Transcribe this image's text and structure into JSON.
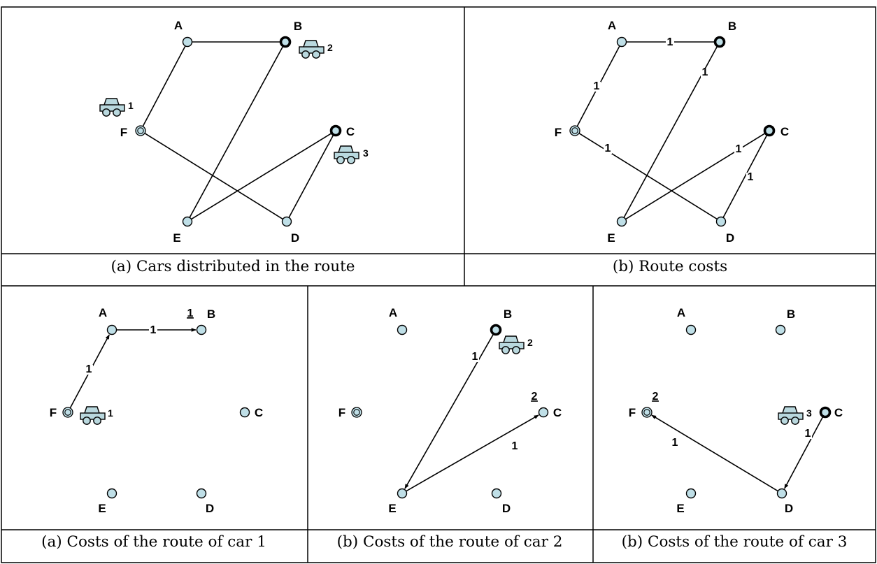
{
  "colors": {
    "node_fill": "#bfdfe7",
    "car_fill": "#b9d8de",
    "line": "#000000",
    "grid": "#000000"
  },
  "panels": [
    {
      "id": "p1",
      "caption": "(a) Cars distributed in the route",
      "nodes": [
        {
          "name": "A",
          "label": "A",
          "style": "normal"
        },
        {
          "name": "B",
          "label": "B",
          "style": "bold"
        },
        {
          "name": "C",
          "label": "C",
          "style": "bold"
        },
        {
          "name": "D",
          "label": "D",
          "style": "normal"
        },
        {
          "name": "E",
          "label": "E",
          "style": "normal"
        },
        {
          "name": "F",
          "label": "F",
          "style": "double"
        }
      ],
      "edges": [
        {
          "from": "A",
          "to": "B"
        },
        {
          "from": "A",
          "to": "F"
        },
        {
          "from": "B",
          "to": "E"
        },
        {
          "from": "F",
          "to": "D"
        },
        {
          "from": "E",
          "to": "C"
        },
        {
          "from": "C",
          "to": "D"
        }
      ],
      "cars": [
        {
          "number": "1",
          "icon": "car-icon",
          "near": "F"
        },
        {
          "number": "2",
          "icon": "car-icon",
          "near": "B"
        },
        {
          "number": "3",
          "icon": "car-icon",
          "near": "C"
        }
      ]
    },
    {
      "id": "p2",
      "caption": "(b) Route costs",
      "nodes": [
        {
          "name": "A",
          "label": "A",
          "style": "normal"
        },
        {
          "name": "B",
          "label": "B",
          "style": "bold"
        },
        {
          "name": "C",
          "label": "C",
          "style": "bold"
        },
        {
          "name": "D",
          "label": "D",
          "style": "normal"
        },
        {
          "name": "E",
          "label": "E",
          "style": "normal"
        },
        {
          "name": "F",
          "label": "F",
          "style": "double"
        }
      ],
      "edges": [
        {
          "from": "A",
          "to": "B",
          "cost": "1"
        },
        {
          "from": "A",
          "to": "F",
          "cost": "1"
        },
        {
          "from": "B",
          "to": "E",
          "cost": "1"
        },
        {
          "from": "F",
          "to": "D",
          "cost": "1"
        },
        {
          "from": "E",
          "to": "C",
          "cost": "1"
        },
        {
          "from": "C",
          "to": "D",
          "cost": "1"
        }
      ],
      "cars": []
    },
    {
      "id": "p3",
      "caption": "(a) Costs of the route of car 1",
      "nodes": [
        {
          "name": "A",
          "label": "A",
          "style": "normal"
        },
        {
          "name": "B",
          "label": "B",
          "style": "normal",
          "accumulated": "1"
        },
        {
          "name": "C",
          "label": "C",
          "style": "normal"
        },
        {
          "name": "D",
          "label": "D",
          "style": "normal"
        },
        {
          "name": "E",
          "label": "E",
          "style": "normal"
        },
        {
          "name": "F",
          "label": "F",
          "style": "double"
        }
      ],
      "edges": [
        {
          "from": "F",
          "to": "A",
          "cost": "1",
          "arrow": true
        },
        {
          "from": "A",
          "to": "B",
          "cost": "1",
          "arrow": true
        }
      ],
      "cars": [
        {
          "number": "1",
          "icon": "car-icon",
          "near": "F"
        }
      ]
    },
    {
      "id": "p4",
      "caption": "(b) Costs of the route of car 2",
      "nodes": [
        {
          "name": "A",
          "label": "A",
          "style": "normal"
        },
        {
          "name": "B",
          "label": "B",
          "style": "bold"
        },
        {
          "name": "C",
          "label": "C",
          "style": "normal",
          "accumulated": "2"
        },
        {
          "name": "D",
          "label": "D",
          "style": "normal"
        },
        {
          "name": "E",
          "label": "E",
          "style": "normal"
        },
        {
          "name": "F",
          "label": "F",
          "style": "double"
        }
      ],
      "edges": [
        {
          "from": "B",
          "to": "E",
          "cost": "1",
          "arrow": true
        },
        {
          "from": "E",
          "to": "C",
          "cost": "1",
          "arrow": true
        }
      ],
      "cars": [
        {
          "number": "2",
          "icon": "car-icon",
          "near": "B"
        }
      ]
    },
    {
      "id": "p5",
      "caption": "(b) Costs of the route of car 3",
      "nodes": [
        {
          "name": "A",
          "label": "A",
          "style": "normal"
        },
        {
          "name": "B",
          "label": "B",
          "style": "normal"
        },
        {
          "name": "C",
          "label": "C",
          "style": "bold"
        },
        {
          "name": "D",
          "label": "D",
          "style": "normal"
        },
        {
          "name": "E",
          "label": "E",
          "style": "normal"
        },
        {
          "name": "F",
          "label": "F",
          "style": "double",
          "accumulated": "2"
        }
      ],
      "edges": [
        {
          "from": "C",
          "to": "D",
          "cost": "1",
          "arrow": true
        },
        {
          "from": "D",
          "to": "F",
          "cost": "1",
          "arrow": true
        }
      ],
      "cars": [
        {
          "number": "3",
          "icon": "car-icon",
          "near": "C"
        }
      ]
    }
  ]
}
